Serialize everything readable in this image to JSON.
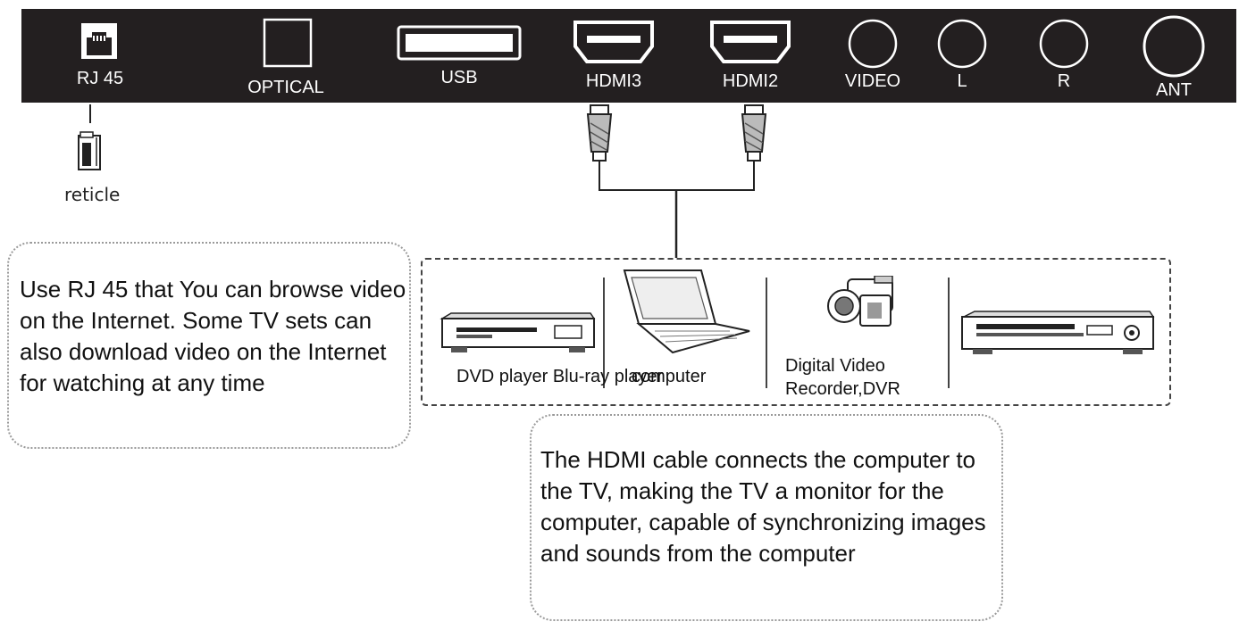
{
  "ports": [
    {
      "label": "RJ 45",
      "icon": "rj45-port-icon"
    },
    {
      "label": "OPTICAL",
      "icon": "optical-port-icon"
    },
    {
      "label": "USB",
      "icon": "usb-port-icon"
    },
    {
      "label": "HDMI3",
      "icon": "hdmi-port-icon"
    },
    {
      "label": "HDMI2",
      "icon": "hdmi-port-icon"
    },
    {
      "label": "VIDEO",
      "icon": "rca-port-icon"
    },
    {
      "label": "L",
      "icon": "rca-port-icon"
    },
    {
      "label": "R",
      "icon": "rca-port-icon"
    },
    {
      "label": "ANT",
      "icon": "antenna-port-icon"
    }
  ],
  "reticle": {
    "label": "reticle",
    "icon": "network-plug-icon"
  },
  "notes": {
    "rj45": "Use RJ 45 that You can browse video on the Internet. Some TV sets can also download video on the Internet for watching at any time",
    "hdmi": "The HDMI cable connects the computer to the TV, making the TV a monitor for the computer, capable of synchronizing images and sounds from the computer"
  },
  "devices": {
    "dvd_label": "DVD player Blu-ray player",
    "computer_label": "computer",
    "dvr_label": "Digital Video Recorder,DVR",
    "icons": [
      "dvd-player-icon",
      "laptop-icon",
      "camcorder-icon",
      "bluray-player-icon"
    ]
  },
  "colors": {
    "panel": "#231f20",
    "port_stroke": "#ffffff",
    "line": "#222222",
    "note_border": "#9a9a9a"
  }
}
